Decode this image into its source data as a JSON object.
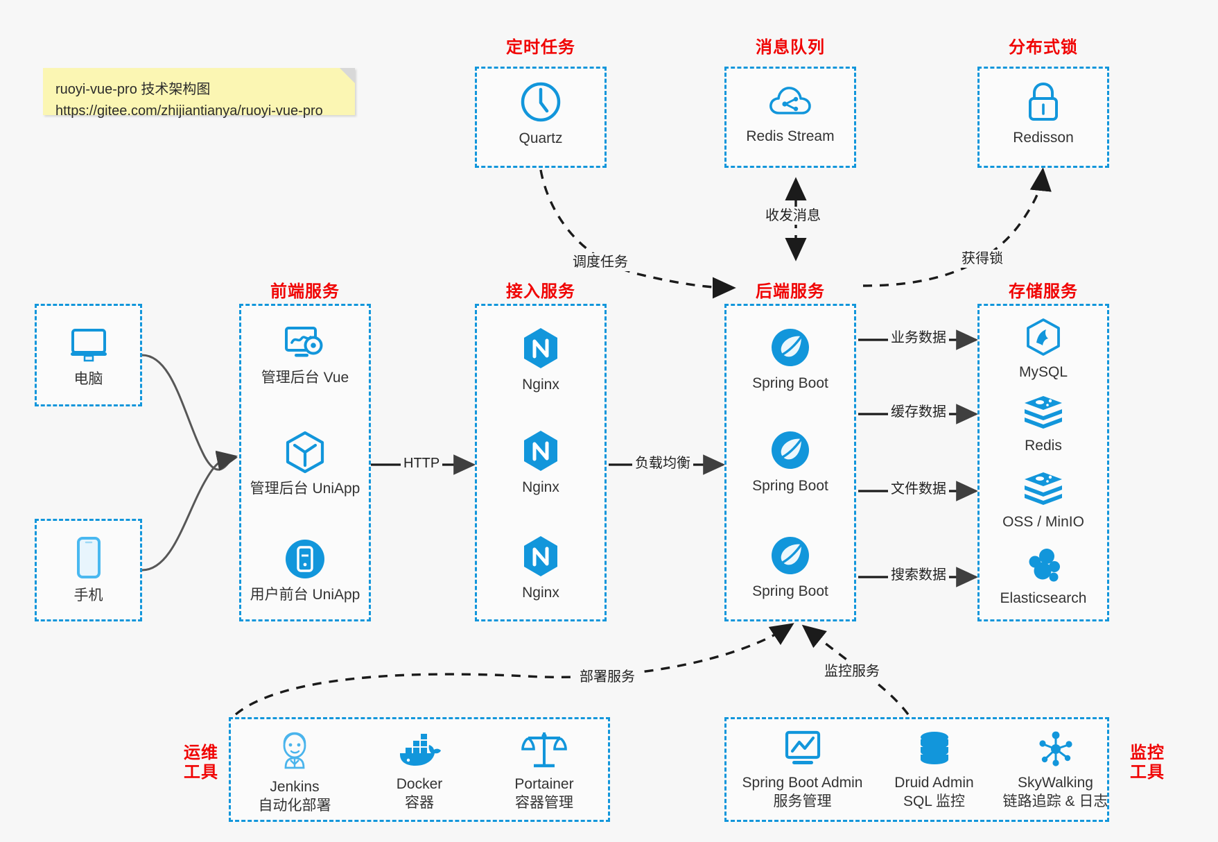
{
  "note": {
    "line1": "ruoyi-vue-pro 技术架构图",
    "line2": "https://gitee.com/zhijiantianya/ruoyi-vue-pro"
  },
  "groups": {
    "scheduler": "定时任务",
    "mq": "消息队列",
    "lock": "分布式锁",
    "frontend": "前端服务",
    "gateway": "接入服务",
    "backend": "后端服务",
    "storage": "存储服务",
    "devops_line1": "运维",
    "devops_line2": "工具",
    "monitor_line1": "监控",
    "monitor_line2": "工具"
  },
  "nodes": {
    "quartz": {
      "label": "Quartz",
      "icon": "clock-icon"
    },
    "redis_stream": {
      "label": "Redis Stream",
      "icon": "cloud-stream-icon"
    },
    "redisson": {
      "label": "Redisson",
      "icon": "lock-icon"
    },
    "pc": {
      "label": "电脑",
      "icon": "desktop-icon"
    },
    "mobile": {
      "label": "手机",
      "icon": "phone-icon"
    },
    "admin_vue": {
      "label": "管理后台 Vue",
      "icon": "dashboard-settings-icon"
    },
    "admin_uniapp": {
      "label": "管理后台 UniApp",
      "icon": "cube-icon"
    },
    "user_uniapp": {
      "label": "用户前台 UniApp",
      "icon": "mobile-app-icon"
    },
    "nginx1": {
      "label": "Nginx",
      "icon": "nginx-icon"
    },
    "nginx2": {
      "label": "Nginx",
      "icon": "nginx-icon"
    },
    "nginx3": {
      "label": "Nginx",
      "icon": "nginx-icon"
    },
    "spring1": {
      "label": "Spring Boot",
      "icon": "spring-boot-icon"
    },
    "spring2": {
      "label": "Spring Boot",
      "icon": "spring-boot-icon"
    },
    "spring3": {
      "label": "Spring Boot",
      "icon": "spring-boot-icon"
    },
    "mysql": {
      "label": "MySQL",
      "icon": "mysql-icon"
    },
    "redis": {
      "label": "Redis",
      "icon": "redis-icon"
    },
    "oss": {
      "label": "OSS / MinIO",
      "icon": "redis-icon"
    },
    "elasticsearch": {
      "label": "Elasticsearch",
      "icon": "elasticsearch-icon"
    },
    "jenkins": {
      "label": "Jenkins",
      "sub": "自动化部署",
      "icon": "jenkins-icon"
    },
    "docker": {
      "label": "Docker",
      "sub": "容器",
      "icon": "docker-icon"
    },
    "portainer": {
      "label": "Portainer",
      "sub": "容器管理",
      "icon": "scales-icon"
    },
    "sba": {
      "label": "Spring Boot Admin",
      "sub": "服务管理",
      "icon": "monitor-chart-icon"
    },
    "druid": {
      "label": "Druid Admin",
      "sub": "SQL 监控",
      "icon": "database-icon"
    },
    "skywalking": {
      "label": "SkyWalking",
      "sub": "链路追踪 & 日志",
      "icon": "network-nodes-icon"
    }
  },
  "edges": {
    "schedule_task": "调度任务",
    "send_receive": "收发消息",
    "acquire_lock": "获得锁",
    "http": "HTTP",
    "load_balance": "负载均衡",
    "business_data": "业务数据",
    "cache_data": "缓存数据",
    "file_data": "文件数据",
    "search_data": "搜索数据",
    "deploy_service": "部署服务",
    "monitor_service": "监控服务"
  },
  "colors": {
    "accent": "#1296db",
    "caption": "#f00303",
    "wire": "#3f3f3f",
    "note_bg": "#fbf6b3",
    "page_bg": "#f7f7f7"
  }
}
